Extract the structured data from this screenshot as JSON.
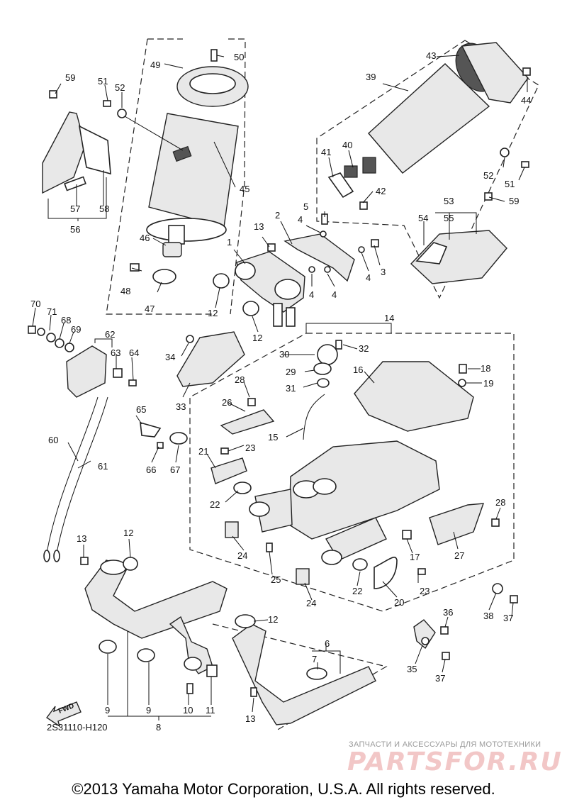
{
  "diagram": {
    "part_code": "2S31110-H120",
    "fwd_label": "FWD",
    "callouts": [
      "1",
      "2",
      "3",
      "4",
      "4",
      "4",
      "4",
      "5",
      "6",
      "7",
      "8",
      "9",
      "9",
      "10",
      "11",
      "12",
      "12",
      "12",
      "12",
      "13",
      "13",
      "13",
      "14",
      "15",
      "16",
      "17",
      "18",
      "19",
      "20",
      "21",
      "22",
      "22",
      "23",
      "23",
      "24",
      "24",
      "25",
      "26",
      "27",
      "28",
      "28",
      "29",
      "30",
      "31",
      "32",
      "33",
      "34",
      "35",
      "36",
      "37",
      "37",
      "38",
      "39",
      "40",
      "41",
      "42",
      "43",
      "44",
      "45",
      "46",
      "47",
      "48",
      "49",
      "50",
      "51",
      "51",
      "52",
      "52",
      "53",
      "54",
      "55",
      "56",
      "57",
      "58",
      "59",
      "59",
      "60",
      "61",
      "62",
      "63",
      "64",
      "65",
      "66",
      "67",
      "68",
      "69",
      "70",
      "71"
    ]
  },
  "watermark": {
    "subtitle": "ЗАПЧАСТИ И АКСЕССУАРЫ ДЛЯ МОТОТЕХНИКИ",
    "brand": "PARTSFOR.RU"
  },
  "footer": {
    "copyright": "©2013 Yamaha Motor Corporation, U.S.A. All rights reserved."
  }
}
